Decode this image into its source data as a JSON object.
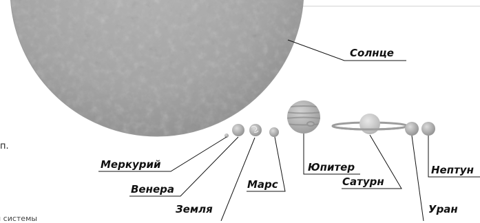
{
  "labels": {
    "sun": "Солнце",
    "mercury": "Меркурий",
    "venus": "Венера",
    "earth": "Земля",
    "mars": "Марс",
    "jupiter": "Юпитер",
    "saturn": "Сатурн",
    "uranus": "Уран",
    "neptune": "Нептун"
  },
  "cut_text": {
    "left_fragment": "п.",
    "bottom_fragment": "й системы"
  },
  "colors": {
    "sun": "#a7a7a7",
    "planet": "#bdbdbd",
    "line": "#111111",
    "text": "#111111"
  }
}
